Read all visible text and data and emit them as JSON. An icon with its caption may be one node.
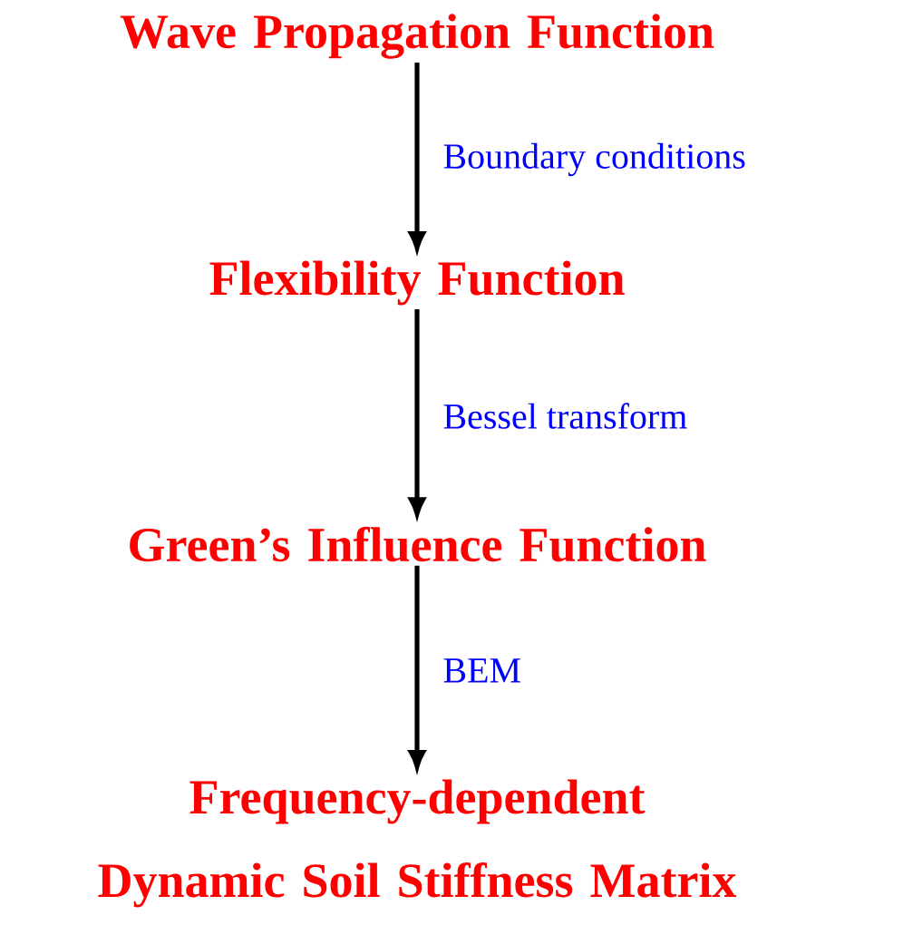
{
  "diagram": {
    "nodes": [
      {
        "text": [
          "Wave Propagation Function"
        ]
      },
      {
        "text": [
          "Flexibility Function"
        ]
      },
      {
        "text": [
          "Green’s Influence Function"
        ]
      },
      {
        "text": [
          "Frequency-dependent Dynamic Soil Stiffness Matrix"
        ]
      }
    ],
    "edges": [
      {
        "from": 0,
        "to": 1,
        "arrow": "to",
        "label": "Boundary conditions"
      },
      {
        "from": 1,
        "to": 2,
        "arrow": "to",
        "label": "Bessel transform"
      },
      {
        "from": 2,
        "to": 3,
        "arrow": "to",
        "label": "BEM"
      }
    ]
  }
}
